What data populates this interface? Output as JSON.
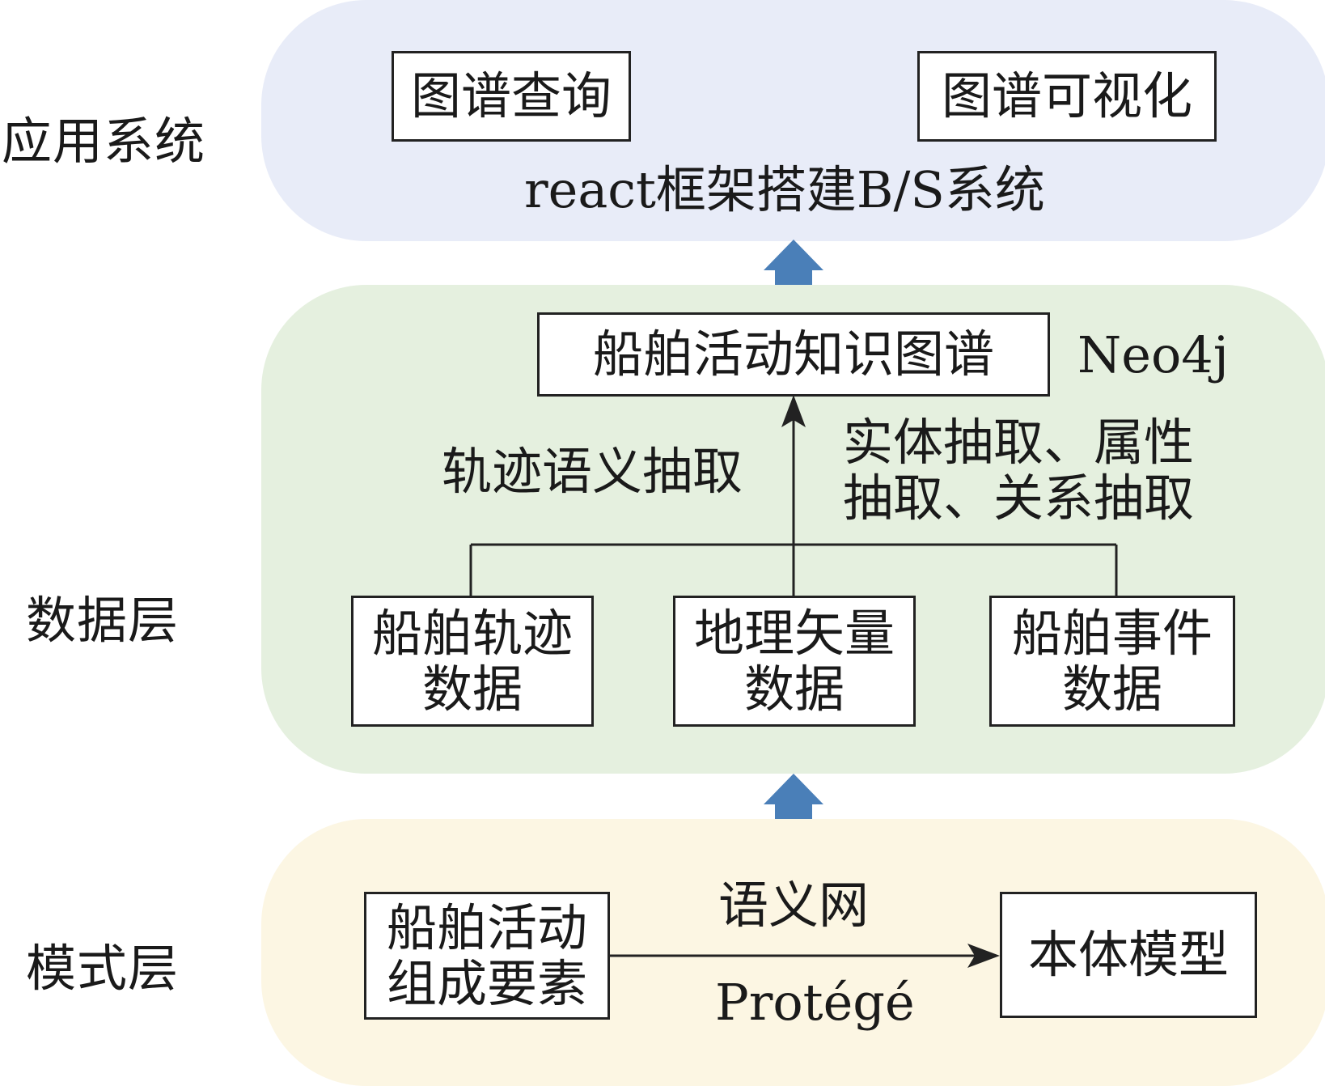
{
  "colors": {
    "application_band": "#e8ecf8",
    "data_band": "#e5f0df",
    "schema_band": "#fcf6e3",
    "up_arrow": "#4a7fb8",
    "line": "#222222"
  },
  "layers": {
    "application": {
      "label": "应用系统",
      "query_box": "图谱查询",
      "visualization_box": "图谱可视化",
      "framework_text": "react框架搭建B/S系统"
    },
    "data": {
      "label": "数据层",
      "kg_box": "船舶活动知识图谱",
      "db_label": "Neo4j",
      "left_edge_label": "轨迹语义抽取",
      "right_edge_label": "实体抽取、属性\n抽取、关系抽取",
      "sources": [
        "船舶轨迹\n数据",
        "地理矢量\n数据",
        "船舶事件\n数据"
      ]
    },
    "schema": {
      "label": "模式层",
      "elements_box": "船舶活动\n组成要素",
      "arrow_top_label": "语义网",
      "arrow_bottom_label": "Protégé",
      "ontology_box": "本体模型"
    }
  }
}
